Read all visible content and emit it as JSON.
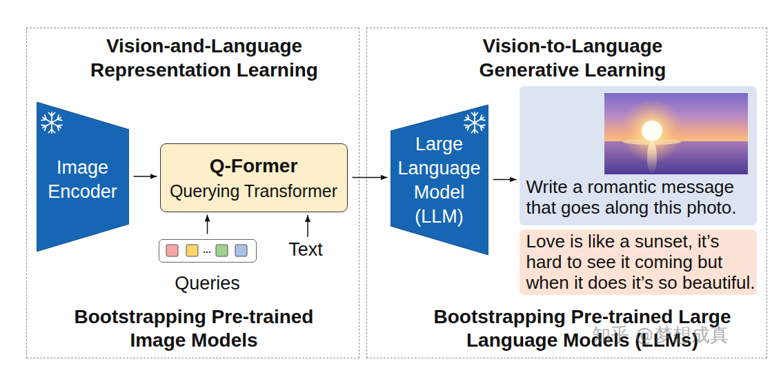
{
  "diagram": {
    "nodes": [
      {
        "text": [
          "Vision-and-Language Representation Learning",
          "Bootstrapping Pre-trained Image Models"
        ]
      },
      {
        "text": [
          "Image Encoder"
        ],
        "in": 0
      },
      {
        "text": [
          "Q-Former",
          "Querying Transformer"
        ],
        "in": 0
      },
      {
        "text": [
          "Queries"
        ],
        "in": 0
      },
      {
        "text": [
          "Vision-to-Language Generative Learning",
          "Bootstrapping Pre-trained Large Language Models (LLMs)"
        ]
      },
      {
        "text": [
          "Large Language Model (LLM)"
        ],
        "in": 4
      },
      {
        "text": [
          "Write a romantic message that goes along this photo."
        ],
        "in": 4
      },
      {
        "text": [
          "Love is like a sunset, it’s hard to see it coming but when it does it’s so beautiful."
        ],
        "in": 4
      }
    ],
    "edges": [
      {
        "from": 1,
        "to": 2,
        "arrow": "to"
      },
      {
        "from": 3,
        "to": 2,
        "arrow": "to"
      },
      {
        "from": 2,
        "to": 5,
        "arrow": "to"
      },
      {
        "from": 5,
        "to": 6,
        "arrow": "to"
      }
    ],
    "labels": [
      "Text",
      "知乎 @梦想成真"
    ]
  }
}
